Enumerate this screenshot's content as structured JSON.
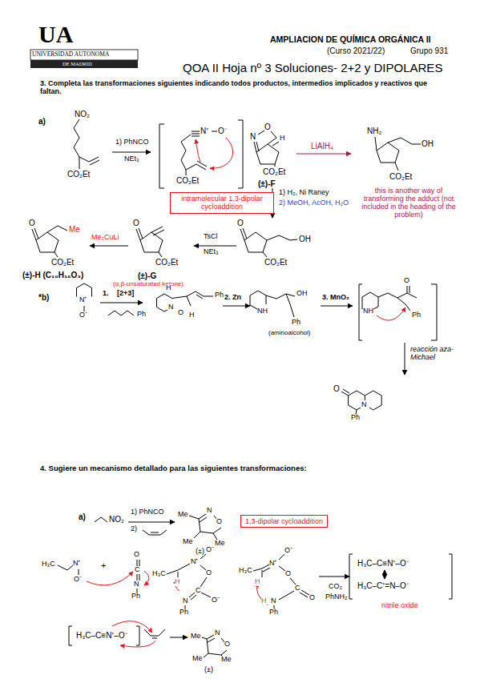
{
  "diagram": {
    "title": "QOA II Hoja nº 3 Soluciones- 2+2 y DIPOLARES",
    "nodes": [
      {
        "text": [
          "intramolecular 1,3-dipolar cycloaddition"
        ]
      },
      {
        "text": [
          "1,3-dipolar cycloaddition"
        ]
      }
    ],
    "labels": [
      "UA",
      "UNIVERSIDAD AUTONOMA",
      "DE MADRID",
      "AMPLIACION DE QUÍMICA ORGÁNICA II",
      "(Curso 2021/22)",
      "Grupo 931",
      "3. Completa las transformaciones siguientes indicando todos productos, intermedios implicados y reactivos que faltan.",
      "a)",
      "NO₂",
      "CO₂Et",
      "1) PhNCO",
      "NEt₃",
      "N⁺",
      "O⁻",
      "CO₂Et",
      "O",
      "N",
      "H",
      "CO₂Et",
      "(±)-F",
      "LiAlH₄",
      "NH₂",
      "OH",
      "CO₂Et",
      "this is another way of transforming the adduct (not included in the heading of the problem)",
      "1) H₂, Ni Raney",
      "2) MeOH, AcOH, H₂O",
      "O",
      "OH",
      "CO₂Et",
      "TsCl",
      "NEt₃",
      "O",
      "CO₂Et",
      "(±)-G",
      "(α,β-unsaturated ketone)",
      "Me₂CuLi",
      "O",
      "Me",
      "CO₂Et",
      "(±)-H (C₁₀H₁₆O₃)",
      "*b)",
      "N⁺",
      "O⁻",
      "1.",
      "[2+3]",
      "Ph",
      "H",
      "N",
      "O",
      "H",
      "Ph",
      "2. Zn",
      "NH",
      "OH",
      "Ph",
      "(aminoalcohol)",
      "3. MnO₂",
      "NH",
      "O",
      "Ph",
      "reacción aza-Michael",
      "O",
      "N",
      "Ph",
      "4. Sugiere un mecanismo detallado para las siguientes transformaciones:",
      "a)",
      "NO₂",
      "1) PhNCO",
      "2)",
      "Me",
      "N",
      "O",
      "Me",
      "Me",
      "(±)",
      "H₃C",
      "N⁺",
      "O⁻",
      "+",
      "O",
      "C",
      "N",
      "Ph",
      "H₃C",
      "H",
      "N⁺",
      "O⁻",
      "O",
      "C",
      "O⁻",
      "N",
      "Ph",
      "H₃C",
      "H",
      "N⁺",
      "O⁻",
      "O",
      "C",
      "O",
      "H",
      "N",
      "Ph",
      "CO₂",
      "PhNH₂",
      "H₃C–C≡N⁺–O⁻",
      "H₃C–C⁺=N–O⁻",
      "nitrile oxide",
      "H₃C–C≡N⁺–O⁻",
      "Me",
      "N",
      "O",
      "Me",
      "Me",
      "(±)"
    ]
  }
}
